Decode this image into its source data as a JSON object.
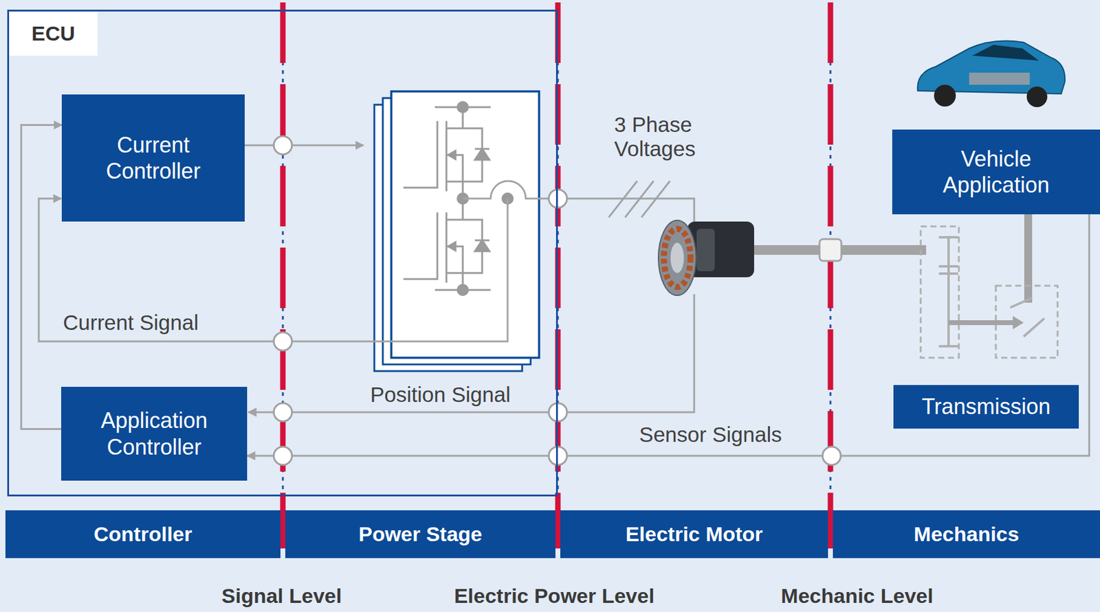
{
  "diagram": {
    "nodes": [
      {
        "text": [
          "ECU"
        ]
      },
      {
        "text": [
          "Current Controller"
        ],
        "in": 0
      },
      {
        "text": [
          "Application Controller"
        ],
        "in": 0
      },
      {
        "text": [
          "Vehicle Application"
        ]
      },
      {
        "text": [
          "Transmission"
        ]
      },
      {
        "text": [
          "Controller"
        ]
      },
      {
        "text": [
          "Power Stage"
        ]
      },
      {
        "text": [
          "Electric Motor"
        ]
      },
      {
        "text": [
          "Mechanics"
        ]
      }
    ],
    "edges": [
      {
        "from": 2,
        "to": 1,
        "arrow": "to"
      },
      {
        "from": 3,
        "to": 2,
        "arrow": "to",
        "label": "Sensor Signals"
      }
    ],
    "labels": [
      "3 Phase Voltages",
      "Current Signal",
      "Position Signal",
      "Signal Level",
      "Electric Power Level",
      "Mechanic Level"
    ]
  }
}
